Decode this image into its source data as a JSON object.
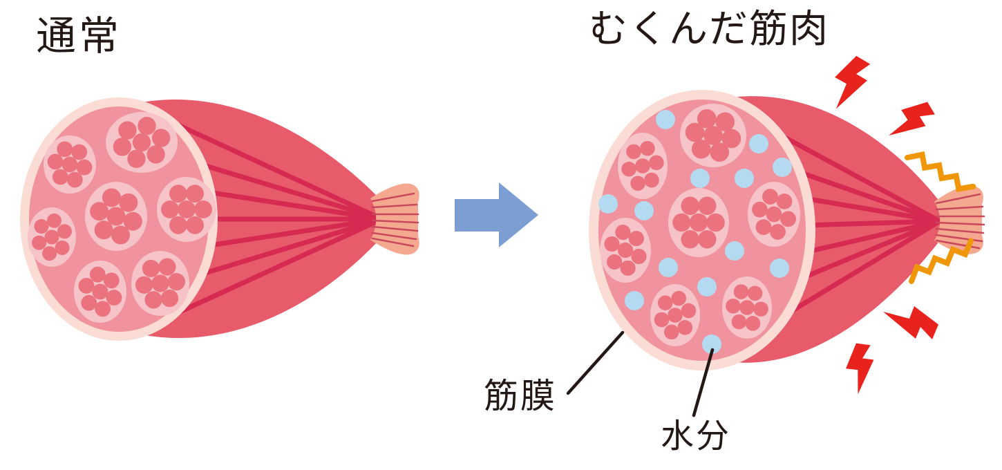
{
  "diagram": {
    "title_left": "通常",
    "title_right": "むくんだ筋肉",
    "label_fascia": "筋膜",
    "label_water": "水分"
  },
  "colors": {
    "background": "#ffffff",
    "text": "#231815",
    "muscle_red": "#e75b6b",
    "stripe_red": "#d62a52",
    "tendon_peach": "#f3a88f",
    "tendon_line": "#c9485b",
    "fascia_ring": "#fbdcd4",
    "section_pink": "#f0939e",
    "fascicle_pink": "#f6c3c8",
    "fiber_pink": "#ea737f",
    "water_blue": "#b3daf1",
    "arrow_blue": "#7d9ed3",
    "bolt_red": "#e8231e",
    "squiggle_orange": "#ef9708",
    "pointer_line": "#231815"
  },
  "icons": {
    "arrow": "right-block-arrow",
    "pain": "lightning-bolt",
    "tension": "zigzag-line",
    "water": "droplet-circle"
  }
}
